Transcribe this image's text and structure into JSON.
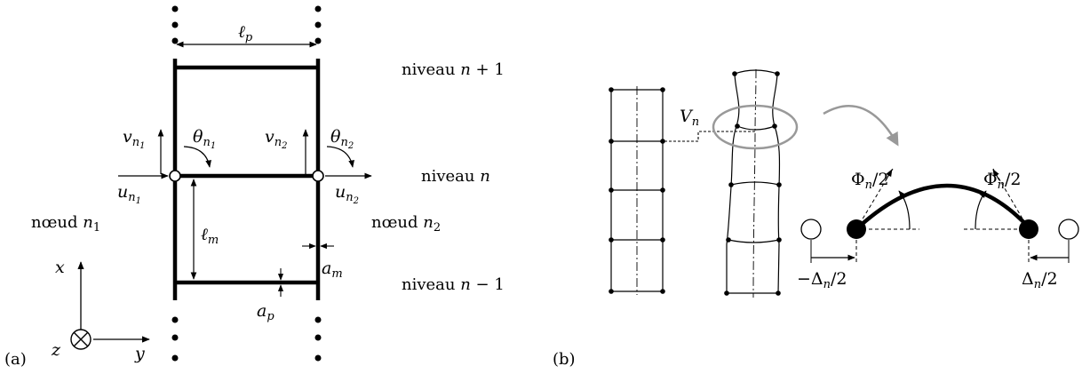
{
  "panel_a": {
    "tag": "(a)",
    "dimension_lp": {
      "base": "ℓ",
      "sub": "p"
    },
    "dimension_lm": {
      "base": "ℓ",
      "sub": "m"
    },
    "thickness_am": {
      "base": "a",
      "sub": "m"
    },
    "thickness_ap": {
      "base": "a",
      "sub": "p"
    },
    "level_upper": {
      "text": "niveau ",
      "var": "n",
      "suffix": " + 1"
    },
    "level_middle": {
      "text": "niveau ",
      "var": "n",
      "suffix": ""
    },
    "level_lower": {
      "text": "niveau ",
      "var": "n",
      "suffix": " − 1"
    },
    "node_left": {
      "text": "nœud ",
      "var": "n",
      "sub": "1"
    },
    "node_right": {
      "text": "nœud ",
      "var": "n",
      "sub": "2"
    },
    "v1": {
      "base": "v",
      "sub": "n",
      "subsub": "1"
    },
    "v2": {
      "base": "v",
      "sub": "n",
      "subsub": "2"
    },
    "u1": {
      "base": "u",
      "sub": "n",
      "subsub": "1"
    },
    "u2": {
      "base": "u",
      "sub": "n",
      "subsub": "2"
    },
    "theta1": {
      "base": "θ",
      "sub": "n",
      "subsub": "1"
    },
    "theta2": {
      "base": "θ",
      "sub": "n",
      "subsub": "2"
    },
    "axis_x": "x",
    "axis_y": "y",
    "axis_z": "z"
  },
  "panel_b": {
    "tag": "(b)",
    "shear_label": {
      "base": "V",
      "sub": "n"
    },
    "phi_left": {
      "base": "Φ",
      "sub": "n",
      "suffix": "/2"
    },
    "phi_right": {
      "base": "Φ",
      "sub": "n",
      "suffix": "/2"
    },
    "delta_left": {
      "prefix": "−",
      "base": "Δ",
      "sub": "n",
      "suffix": "/2"
    },
    "delta_right": {
      "prefix": "",
      "base": "Δ",
      "sub": "n",
      "suffix": "/2"
    }
  }
}
